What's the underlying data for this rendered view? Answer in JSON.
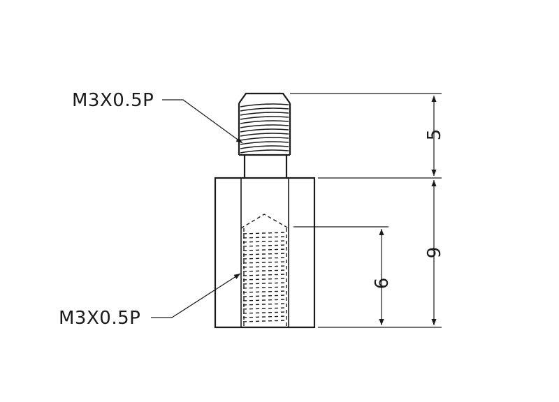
{
  "callouts": {
    "top_thread": "M3X0.5P",
    "bottom_thread": "M3X0.5P"
  },
  "dimensions": {
    "male_thread_length": "5",
    "body_length": "9",
    "female_thread_depth": "6"
  }
}
